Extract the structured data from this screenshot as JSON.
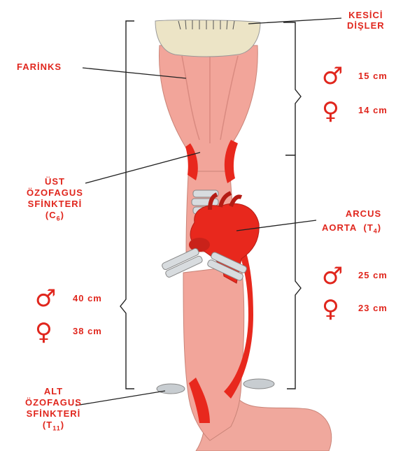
{
  "labels": {
    "kesici_line1": "KESİCİ",
    "kesici_line2": "DİŞLER",
    "farinks": "FARİNKS",
    "ust_line1": "ÜST",
    "ust_line2": "ÖZOFAGUS",
    "ust_line3": "SFİNKTERİ",
    "ust_level_letter": "C",
    "ust_level_sub": "6",
    "arcus_line1": "ARCUS",
    "arcus_line2": "AORTA",
    "arcus_level_letter": "T",
    "arcus_level_sub": "4",
    "alt_line1": "ALT",
    "alt_line2": "ÖZOFAGUS",
    "alt_line3": "SFİNKTERİ",
    "alt_level_letter": "T",
    "alt_level_sub": "11"
  },
  "measurements": {
    "upper_male": "15 cm",
    "upper_female": "14 cm",
    "middle_male": "25 cm",
    "middle_female": "23 cm",
    "total_male": "40 cm",
    "total_female": "38 cm"
  },
  "symbols": {
    "male": "♂",
    "female": "♀"
  },
  "colors": {
    "label_red": "#e0261d",
    "tissue_pink": "#f2a59a",
    "muscle_red": "#e8281d",
    "bracket": "#222222"
  }
}
